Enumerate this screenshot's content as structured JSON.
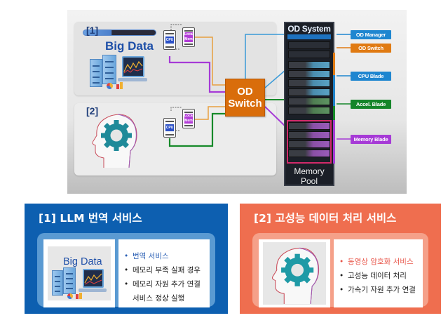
{
  "diagram": {
    "panel1": {
      "number_label": "[1]",
      "title": "Big Data",
      "cpu_label": "CPU",
      "mem_label": "Local Mem"
    },
    "panel2": {
      "number_label": "[2]",
      "cpu_label": "CPU",
      "mem_label": "Local Mem"
    },
    "switch": {
      "line1": "OD",
      "line2": "Switch"
    },
    "rack": {
      "title": "OD System",
      "pool_label": "Memory Pool"
    },
    "tags": [
      {
        "label": "OD Manager",
        "color": "#1e86d0"
      },
      {
        "label": "OD Switch",
        "color": "#e07a12"
      },
      {
        "label": "CPU Blade",
        "color": "#1e86d0"
      },
      {
        "label": "Accel. Blade",
        "color": "#15852a"
      },
      {
        "label": "Memory Blade",
        "color": "#a63ad6"
      }
    ],
    "wire_colors": {
      "orange": "#e8a040",
      "purple": "#a63ad6",
      "green": "#178a2a",
      "blue": "#3a9ad8"
    }
  },
  "cards": [
    {
      "title": "[1] LLM 번역 서비스",
      "image_label": "Big Data",
      "color": "#0d5fb0",
      "bullets": [
        {
          "text": "번역 서비스",
          "highlight": true
        },
        {
          "text": "메모리 부족 실패 경우",
          "highlight": false
        },
        {
          "text": "메모리 자원 추가 연결",
          "highlight": false
        }
      ],
      "continuation": "서비스 정상 실행"
    },
    {
      "title": "[2] 고성능 데이터 처리 서비스",
      "color": "#ef6e4f",
      "bullets": [
        {
          "text": "동영상 암호화 서비스",
          "highlight": true
        },
        {
          "text": "고성능 데이터 처리",
          "highlight": false
        },
        {
          "text": "가속기 자원 추가 연결",
          "highlight": false
        }
      ]
    }
  ],
  "bullet_symbol": "•"
}
